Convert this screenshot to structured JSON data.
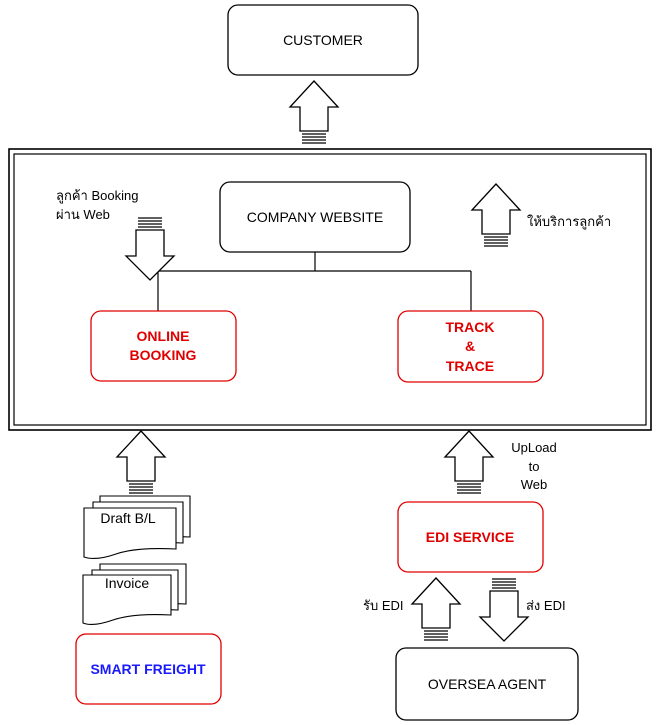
{
  "nodes": {
    "customer": "CUSTOMER",
    "company_website": "COMPANY WEBSITE",
    "online_booking": [
      "ONLINE",
      "BOOKING"
    ],
    "track_trace": [
      "TRACK",
      "&",
      "TRACE"
    ],
    "edi_service": "EDI SERVICE",
    "oversea_agent": "OVERSEA AGENT",
    "smart_freight": "SMART FREIGHT"
  },
  "documents": {
    "draft_bl": "Draft B/L",
    "invoice": "Invoice"
  },
  "edge_labels": {
    "customer_booking": [
      "ลูกค้า Booking",
      "ผ่าน Web"
    ],
    "service_customer": "ให้บริการลูกค้า",
    "upload": [
      "UpLoad",
      "to",
      "Web"
    ],
    "receive_edi": "รับ EDI",
    "send_edi": "ส่ง EDI"
  },
  "colors": {
    "online_booking": "#e00000",
    "track_trace": "#e00000",
    "edi_service": "#e00000",
    "smart_freight": "#1a1aff",
    "smart_freight_border": "#e00000"
  }
}
